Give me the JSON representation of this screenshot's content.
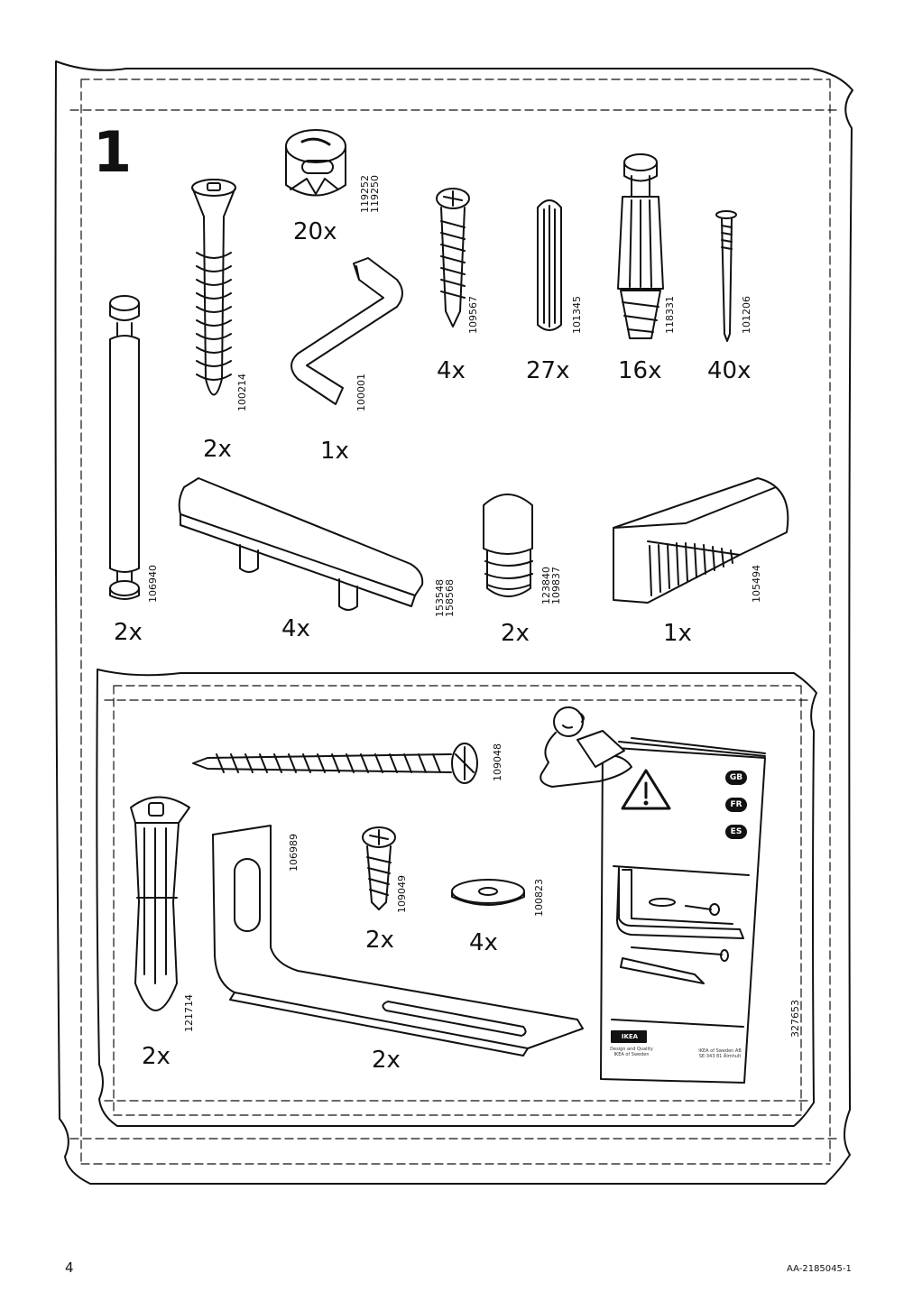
{
  "step_number": "1",
  "page_number": "4",
  "document_id": "AA-2185045-1",
  "parts": [
    {
      "id": "cam-lock",
      "code": "119252\n119250",
      "qty": "20x"
    },
    {
      "id": "long-screw",
      "code": "100214",
      "qty": "2x"
    },
    {
      "id": "allen-key",
      "code": "100001",
      "qty": "1x"
    },
    {
      "id": "small-screw",
      "code": "109567",
      "qty": "4x"
    },
    {
      "id": "dowel",
      "code": "101345",
      "qty": "27x"
    },
    {
      "id": "cam-bolt",
      "code": "118331",
      "qty": "16x"
    },
    {
      "id": "nail",
      "code": "101206",
      "qty": "40x"
    },
    {
      "id": "pin",
      "code": "106940",
      "qty": "2x"
    },
    {
      "id": "handle",
      "code": "153548\n158568",
      "qty": "4x"
    },
    {
      "id": "foot",
      "code": "123840\n109837",
      "qty": "2x"
    },
    {
      "id": "wedge",
      "code": "105494",
      "qty": "1x"
    }
  ],
  "wall_parts": [
    {
      "id": "wall-screw",
      "code": "109048",
      "qty": ""
    },
    {
      "id": "wall-plug",
      "code": "121714",
      "qty": "2x"
    },
    {
      "id": "bracket",
      "code": "106989",
      "qty": "2x"
    },
    {
      "id": "bracket-screw",
      "code": "109049",
      "qty": "2x"
    },
    {
      "id": "washer",
      "code": "100823",
      "qty": "4x"
    }
  ],
  "leaflet": {
    "code": "327653",
    "languages": [
      "GB",
      "FR",
      "ES"
    ],
    "brand": "IKEA",
    "left_caption": "Design and Quality\nIKEA of Sweden",
    "right_caption": "IKEA of Sweden AB\nSE-343 81 Älmhult"
  }
}
